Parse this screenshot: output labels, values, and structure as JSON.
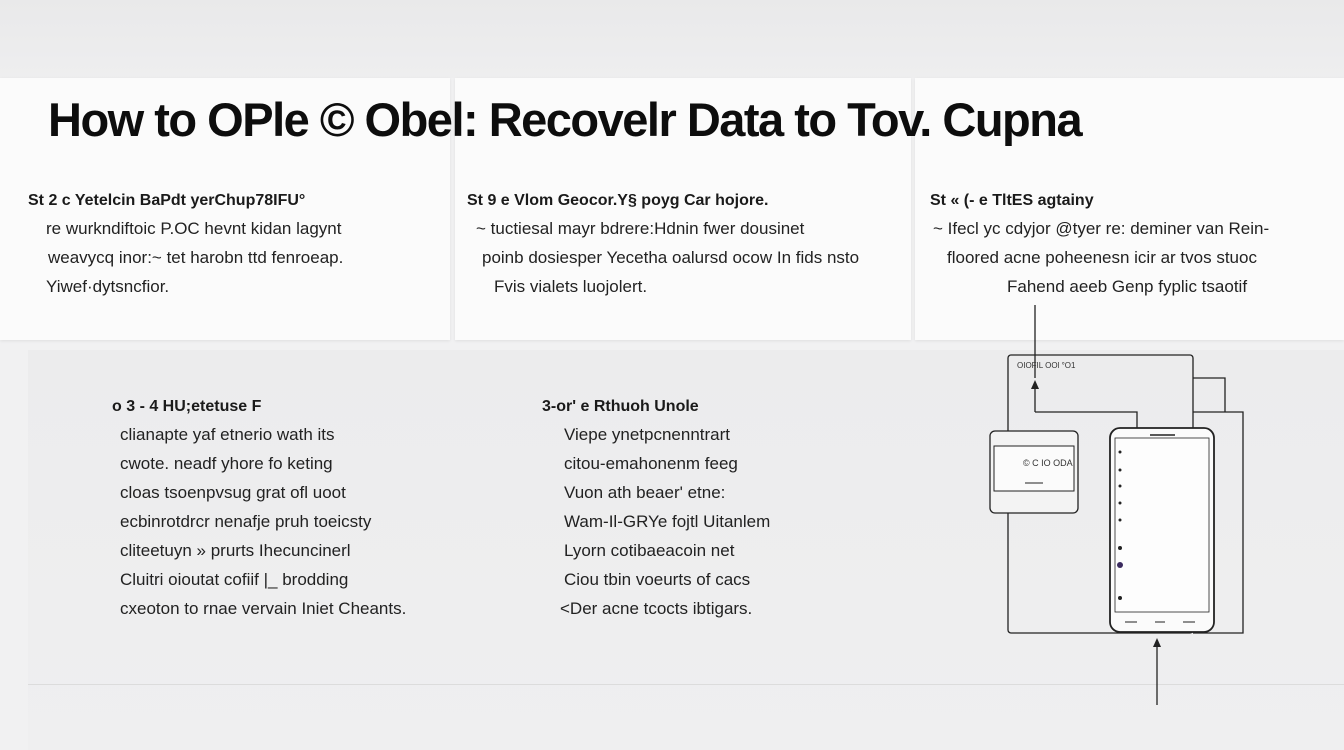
{
  "title": "How to OPle © Obel: Recovelr Data to Tov. Cupna",
  "steps_top": [
    {
      "heading": "St 2 c Yetelcin BaPdt yerChup78IFU°",
      "lines": [
        "re wurkndiftoic P.OC hevnt kidan lagynt",
        "weavycq inor:~ tet harobn ttd fenroeap.",
        "Yiwef·dytsncfior."
      ]
    },
    {
      "heading": "St 9 e Vlom Geocor.Y§ poyg Car hojore.",
      "lines": [
        "~ tuctiesal mayr bdrere:Hdnin fwer dousinet",
        "poinb dosiesper Yecetha oalursd ocow In fids nsto",
        "Fvis vialets luojolert."
      ]
    },
    {
      "heading": "St « (- e TltES agtainy",
      "lines": [
        "~ Ifecl yc cdyjor @tyer re: deminer van Rein-",
        "floored acne poheenesn icir ar tvos stuoc",
        "Fahend aeeb Genp fyplic tsaotif"
      ]
    }
  ],
  "steps_bottom": [
    {
      "heading": "o  3 - 4 HU;etetuse F",
      "lines": [
        "clianapte yaf etnerio wath its",
        "cwote. neadf yhore fo keting",
        "cloas tsoenpvsug grat ofl uoot",
        "ecbinrotdrcr nenafje pruh toeicsty",
        "cliteetuyn » prurts Ihecuncinerl",
        "Cluitri oioutat cofiif |_ brodding",
        "cxeoton to rnae vervain Iniet Cheants."
      ]
    },
    {
      "heading": "3-or' e Rthuoh Unole",
      "lines": [
        "Viepe ynetpcnenntrart",
        "citou-emahonenm feeg",
        "Vuon ath beaer' etne:",
        "Wam-Il-GRYe fojtl Uitanlem",
        "Lyorn cotibaeacoin net",
        "Ciou tbin voeurts of cacs",
        "<Der acne tcocts ibtigars."
      ]
    }
  ],
  "diagram": {
    "label": "OIOFIL OOl °O1",
    "dialog_text": "©  C  IO  ODA"
  }
}
